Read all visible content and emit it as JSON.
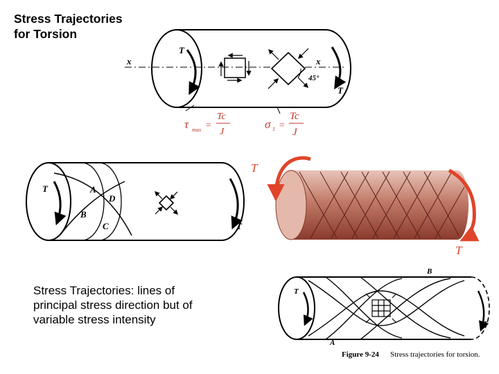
{
  "title": "Stress Trajectories\nfor Torsion",
  "caption": "Stress Trajectories: lines of principal stress direction but of variable stress intensity",
  "top_diagram": {
    "x_left": "x",
    "x_right": "x",
    "torque_left": "T",
    "torque_right": "T",
    "angle": "45°",
    "tau_symbol": "τ",
    "tau_sub": "max",
    "sigma_symbol": "σ",
    "sigma_sub": "1",
    "equals": "=",
    "numerator": "Tc",
    "denominator": "J"
  },
  "middle_left_diagram": {
    "torque_left": "T",
    "torque_right": "T",
    "point_a": "A",
    "point_b": "B",
    "point_c": "C",
    "point_d": "D"
  },
  "photo": {
    "torque_top": "T",
    "torque_bottom": "T"
  },
  "bottom_right_diagram": {
    "torque_left": "T",
    "torque_right": "T",
    "point_a": "A",
    "point_b": "B",
    "figure_label": "Figure 9-24",
    "figure_caption": "Stress trajectories for torsion."
  },
  "colors": {
    "equation": "#c0392b",
    "photo_arrow": "#e0442a",
    "photo_body": "#c98a7c"
  }
}
